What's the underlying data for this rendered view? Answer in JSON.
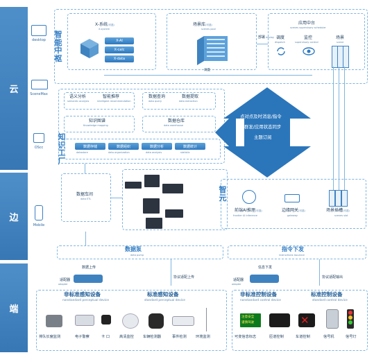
{
  "layers": {
    "cloud": "云",
    "edge": "边",
    "end": "端"
  },
  "side_icons": {
    "desktop": "desktop",
    "scenemax": "SceneMax",
    "oscc": "OScc",
    "mobile": "Mobile"
  },
  "brain": {
    "title": "智能中枢",
    "xsystem": {
      "title": "X-系统",
      "tag": "(可选)",
      "sub": "X-system",
      "items": [
        "X-AI",
        "X-calc",
        "X-data"
      ]
    },
    "scenelib": {
      "title": "场景库",
      "tag": "(可选)",
      "sub": "scenes pool"
    },
    "center": {
      "title": "应用中台",
      "sub": "scenes supervisory scheduler",
      "dispatch": "调度",
      "dispatch_sub": "dispatch",
      "monitor": "监控",
      "monitor_sub": "supervisory control",
      "scene": "场景",
      "scene_sub": "scene"
    },
    "deploy": "部署",
    "deploy_sub": "deploy",
    "schedule": "调度"
  },
  "factory": {
    "title": "知识工厂",
    "semantic": "语义分析",
    "semantic_sub": "semantic analysis",
    "recommend": "智能推荐",
    "recommend_sub": "intelligent recommendation",
    "graph": "知识图谱",
    "graph_sub": "Knowledge mapping",
    "query": "数据查询",
    "query_sub": "data query",
    "extract": "数据提取",
    "extract_sub": "data extraction",
    "warehouse": "数据仓库",
    "warehouse_sub": "data warehouse",
    "tags": [
      "数据存储",
      "数据组织",
      "数据分析",
      "数据统计"
    ],
    "tags_sub": [
      "datastore",
      "data organization",
      "data analysis",
      "statistic"
    ]
  },
  "arrow_text": [
    "点对点及时消息/指令",
    "群发/应用状态同步",
    "主题订阅"
  ],
  "workshop": {
    "title": "数据车间",
    "sub": "data ETL"
  },
  "edge_box": {
    "title": "智元",
    "ai": "前端AI推理",
    "ai_tag": "(可选)",
    "ai_sub": "frontier AI inference",
    "gateway": "边缘网关",
    "gateway_tag": "(可选)",
    "gateway_sub": "gateway",
    "slot": "场景插槽",
    "slot_tag": "(可选)",
    "slot_sub": "scenes slot"
  },
  "pump": {
    "title": "数据泵",
    "sub": "data pump"
  },
  "instr": {
    "title": "指令下发",
    "sub": "instructions issuance"
  },
  "uplinks": [
    "数据上传",
    "协议适配上传",
    "信息下发",
    "协议适配输出"
  ],
  "adapters": [
    "适配器",
    "适配器"
  ],
  "adapter_sub": "adapter",
  "groups": [
    {
      "title": "非标准感知设备",
      "sub": "nonstandard perceptual device"
    },
    {
      "title": "标准感知设备",
      "sub": "standard perceptual device"
    },
    {
      "title": "非标准控制设备",
      "sub": "nonstandard control device"
    },
    {
      "title": "标准控制设备",
      "sub": "standard control device"
    }
  ],
  "devices": [
    "排队长度监测",
    "电子警察",
    "卡 口",
    "高清监控",
    "车辆检测器",
    "事件检测",
    "环境监测",
    "可变信息标志",
    "匝道控制",
    "车道控制",
    "信号机",
    "信号灯"
  ],
  "vms_text": [
    "注意安全",
    "谨慎驾驶"
  ],
  "colors": {
    "accent": "#2f7bc3",
    "band": "#3f82c0",
    "arrow": "#2b76bb",
    "dash": "#7fb5df"
  }
}
